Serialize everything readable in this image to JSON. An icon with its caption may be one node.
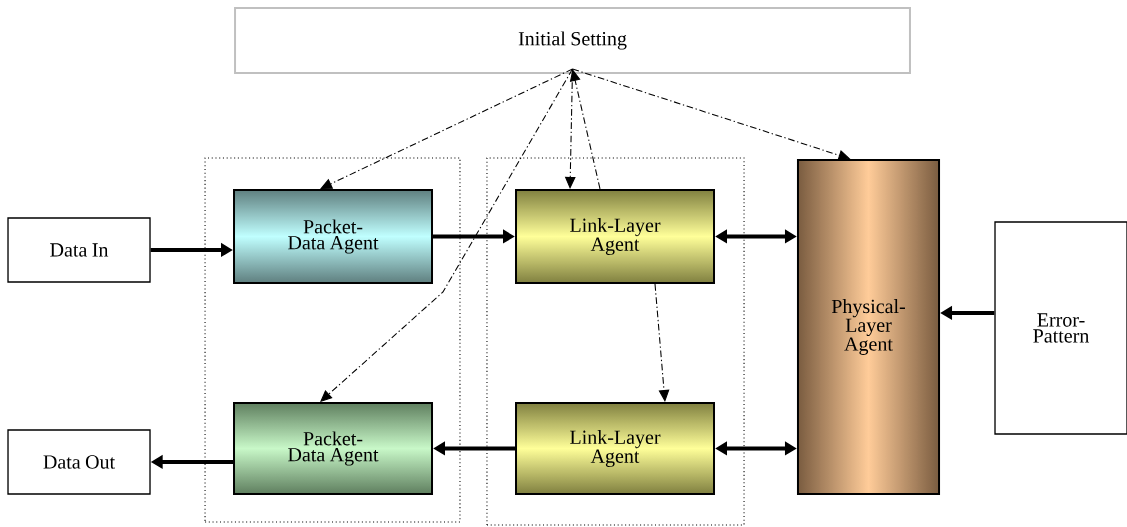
{
  "diagram": {
    "nodes": [
      {
        "text": [
          "Initial Setting"
        ]
      },
      {
        "text": [],
        "shape": "box"
      },
      {
        "text": [],
        "shape": "box"
      },
      {
        "text": [
          "Data In"
        ]
      },
      {
        "text": [
          "Packet-Data Agent"
        ],
        "in": 1
      },
      {
        "text": [
          "Link-Layer Agent"
        ],
        "in": 2
      },
      {
        "text": [
          "Physical-Layer Agent"
        ]
      },
      {
        "text": [
          "Error-Pattern"
        ]
      },
      {
        "text": [
          "Data Out"
        ]
      },
      {
        "text": [
          "Packet-Data Agent"
        ],
        "in": 1
      },
      {
        "text": [
          "Link-Layer Agent"
        ],
        "in": 2
      }
    ],
    "edges": [
      {
        "from": 0,
        "to": 4,
        "arrow": "to",
        "style": "dashed"
      },
      {
        "from": 0,
        "to": 5,
        "arrow": "to",
        "style": "dashed"
      },
      {
        "from": 5,
        "to": 0,
        "arrow": "to",
        "style": "dashed"
      },
      {
        "from": 0,
        "to": 9,
        "arrow": "to",
        "style": "dashed"
      },
      {
        "from": 0,
        "to": 6,
        "arrow": "to",
        "style": "dashed"
      },
      {
        "from": 5,
        "to": 10,
        "arrow": "to",
        "style": "dashed"
      },
      {
        "from": 3,
        "to": 4,
        "arrow": "to"
      },
      {
        "from": 4,
        "to": 5,
        "arrow": "to"
      },
      {
        "from": 5,
        "to": 6,
        "arrow": "both"
      },
      {
        "from": 10,
        "to": 6,
        "arrow": "both"
      },
      {
        "from": 7,
        "to": 6,
        "arrow": "to"
      },
      {
        "from": 10,
        "to": 9,
        "arrow": "to"
      },
      {
        "from": 9,
        "to": 8,
        "arrow": "to"
      }
    ]
  }
}
